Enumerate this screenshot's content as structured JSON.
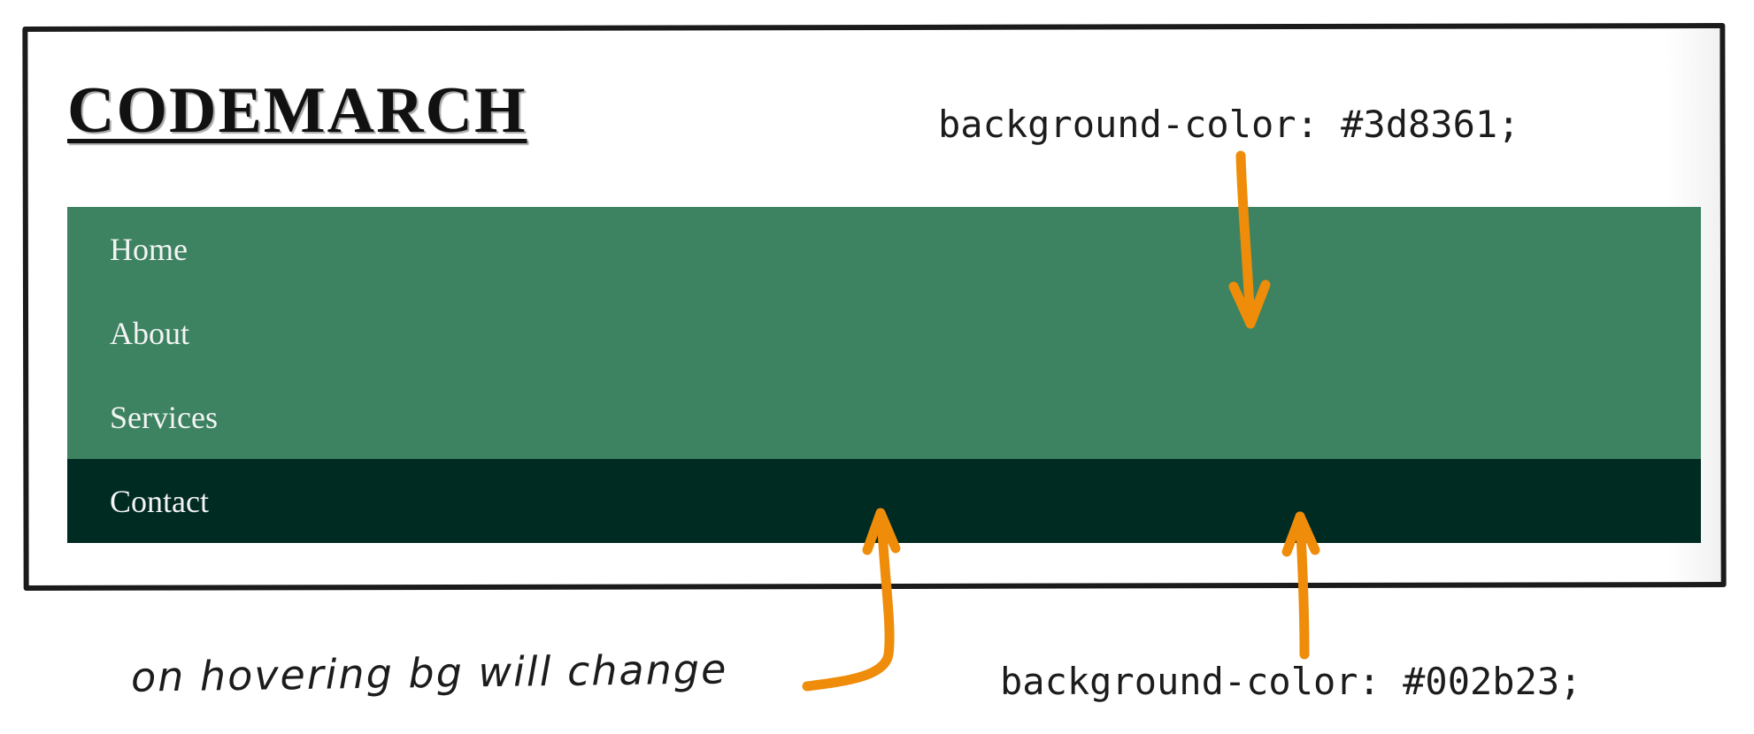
{
  "logo": {
    "text": "CODEMARCH"
  },
  "nav": {
    "items": [
      {
        "label": "Home",
        "state": "default"
      },
      {
        "label": "About",
        "state": "default"
      },
      {
        "label": "Services",
        "state": "default"
      },
      {
        "label": "Contact",
        "state": "hovered"
      }
    ]
  },
  "annotations": {
    "default_bg_label": "background-color: #3d8361;",
    "hover_bg_label": "background-color: #002b23;",
    "hover_note": "on hovering bg will change"
  },
  "colors": {
    "nav_bg": "#3d8361",
    "nav_hover_bg": "#002b23",
    "arrow": "#ef8c0a",
    "nav_text": "#f4f4f4"
  }
}
